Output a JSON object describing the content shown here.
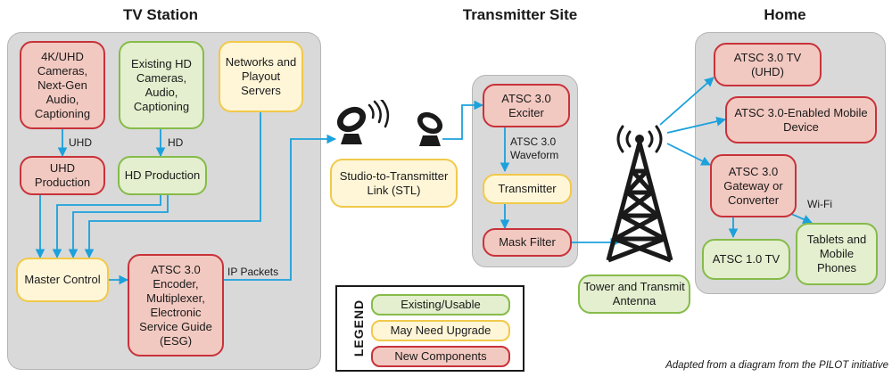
{
  "sections": {
    "tv_station": "TV Station",
    "transmitter_site": "Transmitter Site",
    "home": "Home"
  },
  "nodes": {
    "uhd_cameras": "4K/UHD Cameras, Next-Gen Audio, Captioning",
    "hd_cameras": "Existing HD Cameras, Audio, Captioning",
    "networks": "Networks and Playout Servers",
    "uhd_production": "UHD Production",
    "hd_production": "HD Production",
    "master_control": "Master Control",
    "encoder": "ATSC 3.0 Encoder, Multiplexer, Electronic Service Guide (ESG)",
    "stl": "Studio-to-Transmitter Link (STL)",
    "exciter": "ATSC 3.0 Exciter",
    "transmitter": "Transmitter",
    "mask_filter": "Mask Filter",
    "tower": "Tower and Transmit Antenna",
    "atsc3_tv": "ATSC 3.0 TV (UHD)",
    "mobile_device": "ATSC 3.0-Enabled Mobile Device",
    "gateway": "ATSC 3.0 Gateway or Converter",
    "atsc1_tv": "ATSC 1.0 TV",
    "tablets": "Tablets and Mobile Phones"
  },
  "edge_labels": {
    "uhd": "UHD",
    "hd": "HD",
    "ip_packets": "IP Packets",
    "waveform": "ATSC 3.0 Waveform",
    "wifi": "Wi-Fi"
  },
  "legend": {
    "title": "LEGEND",
    "existing": "Existing/Usable",
    "upgrade": "May Need Upgrade",
    "new": "New Components"
  },
  "credit": "Adapted from a diagram from the PILOT initiative",
  "colors": {
    "arrow": "#1ba1dc",
    "new_fill": "#f2c9c1",
    "new_border": "#c8323a",
    "existing_fill": "#e3efce",
    "existing_border": "#86bb4a",
    "upgrade_fill": "#fff6d8",
    "upgrade_border": "#f1c94a",
    "region": "#d9d9d9"
  },
  "icons": [
    "satellite-dish-icon",
    "broadcast-tower-icon"
  ]
}
